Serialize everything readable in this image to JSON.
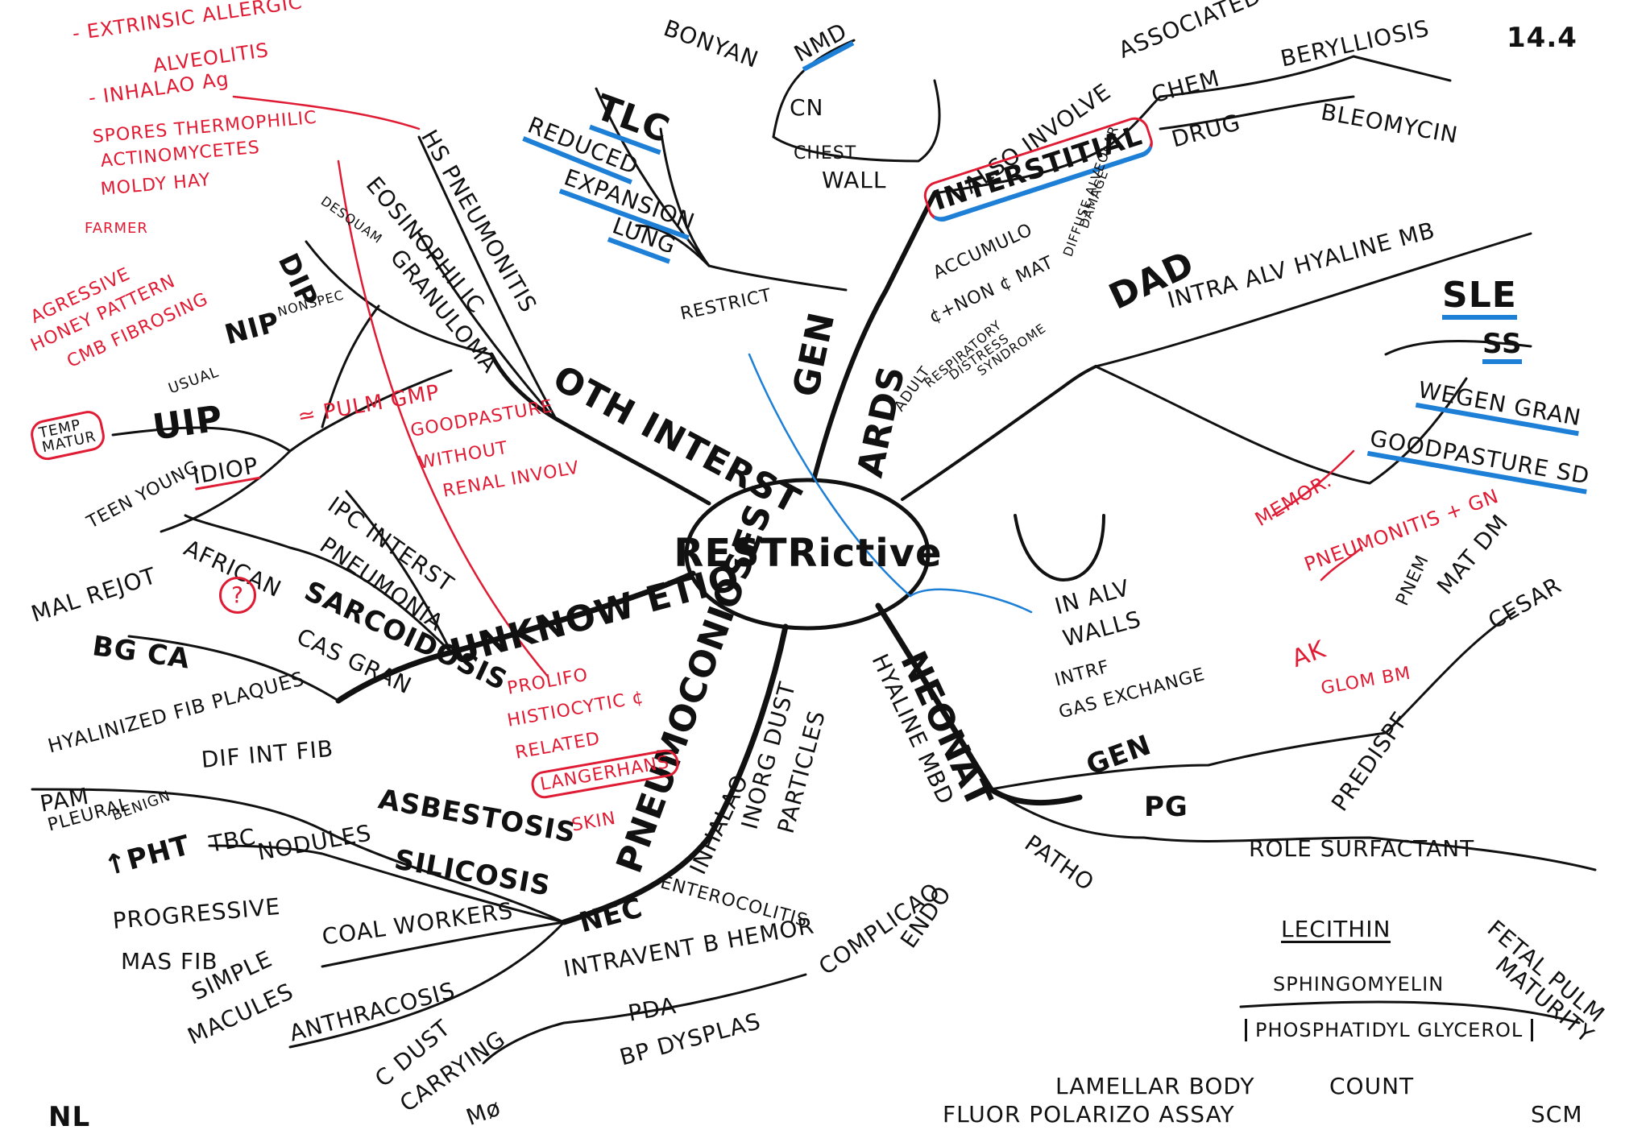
{
  "date": "14.4",
  "initials": "NL",
  "initials_right": "SCM",
  "center": "RESTRictive",
  "labels": {
    "gen_top": "GEN",
    "ards": "ARDS",
    "neonat": "NEONAT",
    "pneumoconioses": "PNEUMOCONIOSES",
    "unknow_etio": "UNKNOW ETIO",
    "oth_interst": "OTH INTERST",
    "hs_pneumonitis": "HS PNEUMONITIS",
    "eosinophilic": "EOSINOPHILIC",
    "granuloma": "GRANULOMA",
    "dip": "DIP",
    "desquam": "DESQUAM",
    "nip": "NIP",
    "nonspec": "NONSPEC",
    "uip": "UIP",
    "usual": "USUAL",
    "temp": "TEMP",
    "matur": "MATUR",
    "idiop": "IDIOP",
    "teen_young": "TEEN YOUNG",
    "ipc_interst": "IPC INTERST",
    "pneumonia": "PNEUMONIA",
    "african": "AFRICAN",
    "sarcoidosis": "SARCOIDOSIS",
    "cas_gran": "CAS GRAN",
    "mal_rejot": "MAL REJOT",
    "bg_ca": "BG CA",
    "restrict": "RESTRICT",
    "tlc": "TLC",
    "reduced": "REDUCED",
    "expansion": "EXPANSION",
    "lung": "LUNG",
    "bonyan": "BONYAN",
    "nmd": "NMD",
    "cn": "CN",
    "chest": "CHEST",
    "wall": "WALL",
    "also_involve": "ALSO INVOLVE",
    "associated": "ASSOCIATED",
    "interstitial": "INTERSTITIAL",
    "accumulo": "ACCUMULO",
    "non_mat": "¢+NON ¢ MAT",
    "chem": "CHEM",
    "drug": "DRUG",
    "berylliosis": "BERYLLIOSIS",
    "bleomycin": "BLEOMYCIN",
    "diffuse_alv": "DIFFUSE ALVEOLAR",
    "damage": "DAMAGE",
    "dad": "DAD",
    "intra_alv": "INTRA ALV HYALINE MB",
    "adult": "ADULT",
    "respiratory": "RESPIRATORY",
    "distress": "DISTRESS",
    "syndrome": "SYNDROME",
    "sle": "SLE",
    "ss": "SS",
    "wegen": "WEGEN GRAN",
    "goodpasture": "GOODPASTURE SD",
    "memor": "MEMOR.",
    "pneumonitis_gn": "PNEUMONITIS + GN",
    "in_alv": "IN ALV",
    "walls": "WALLS",
    "intrf": "INTRF",
    "gas_exchange": "GAS EXCHANGE",
    "pnem": "PNEM",
    "mat_dm": "MAT DM",
    "cesar": "CESAR",
    "ak": "AK",
    "glom_bm": "GLOM BM",
    "predispf": "PREDISPF",
    "gen_right": "GEN",
    "pg": "PG",
    "role_surfactant": "ROLE SURFACTANT",
    "patho": "PATHO",
    "hyaline_mbd": "HYALINE MBD",
    "lecithin": "LECITHIN",
    "sphingomyelin": "SPHINGOMYELIN",
    "phosphatidyl": "PHOSPHATIDYL GLYCEROL",
    "fetal_pulm": "FETAL PULM",
    "maturity": "MATURITY",
    "lamellar": "LAMELLAR BODY",
    "count": "COUNT",
    "fluor": "FLUOR POLARIZO ASSAY",
    "complicao": "COMPLICAO",
    "endo": "ENDO",
    "nec": "NEC",
    "enterocolitis": "ENTEROCOLITIS",
    "intraventb": "INTRAVENT B HEMOR",
    "pda": "PDA",
    "bp_dysplas": "BP DYSPLAS",
    "inhalao": "INHALAO",
    "inorg_dust": "INORG DUST",
    "particles": "PARTICLES",
    "anthracosis": "ANTHRACOSIS",
    "c_dust": "C DUST",
    "carrying": "CARRYING",
    "mo": "Mø",
    "coal_workers": "COAL WORKERS",
    "progressive": "PROGRESSIVE",
    "mas_fib": "MAS FIB",
    "simple": "SIMPLE",
    "macules": "MACULES",
    "nodules": "NODULES",
    "silicosis": "SILICOSIS",
    "tbc": "TBC",
    "pht": "↑PHT",
    "asbestosis": "ASBESTOSIS",
    "hyalinized": "HYALINIZED FIB PLAQUES",
    "dif_int_fib": "DIF INT FIB",
    "pam": "PAM",
    "pleural": "PLEURAL",
    "benign": "BENIGN"
  },
  "red_notes": {
    "extrinsic": "- EXTRINSIC ALLERGIC",
    "alveolitis": "ALVEOLITIS",
    "inhalao_ag": "- INHALAO Ag",
    "spores": "SPORES THERMOPHILIC",
    "actinomycetes": "ACTINOMYCETES",
    "moldy_hay": "MOLDY HAY",
    "farmer": "FARMER",
    "aggressive": "AGRESSIVE",
    "honey": "HONEY PATTERN",
    "cmb_fibrosing": "CMB FIBROSING",
    "pulm_gmp": "≃ PULM GMP",
    "goodpasture_without": "GOODPASTURE",
    "without": "WITHOUT",
    "renal": "RENAL INVOLV",
    "prolifo": "PROLIFO",
    "histiocytic": "HISTIOCYTIC ¢",
    "related": "RELATED",
    "langerhans": "LANGERHANS",
    "skin": "SKIN",
    "question": "?"
  }
}
